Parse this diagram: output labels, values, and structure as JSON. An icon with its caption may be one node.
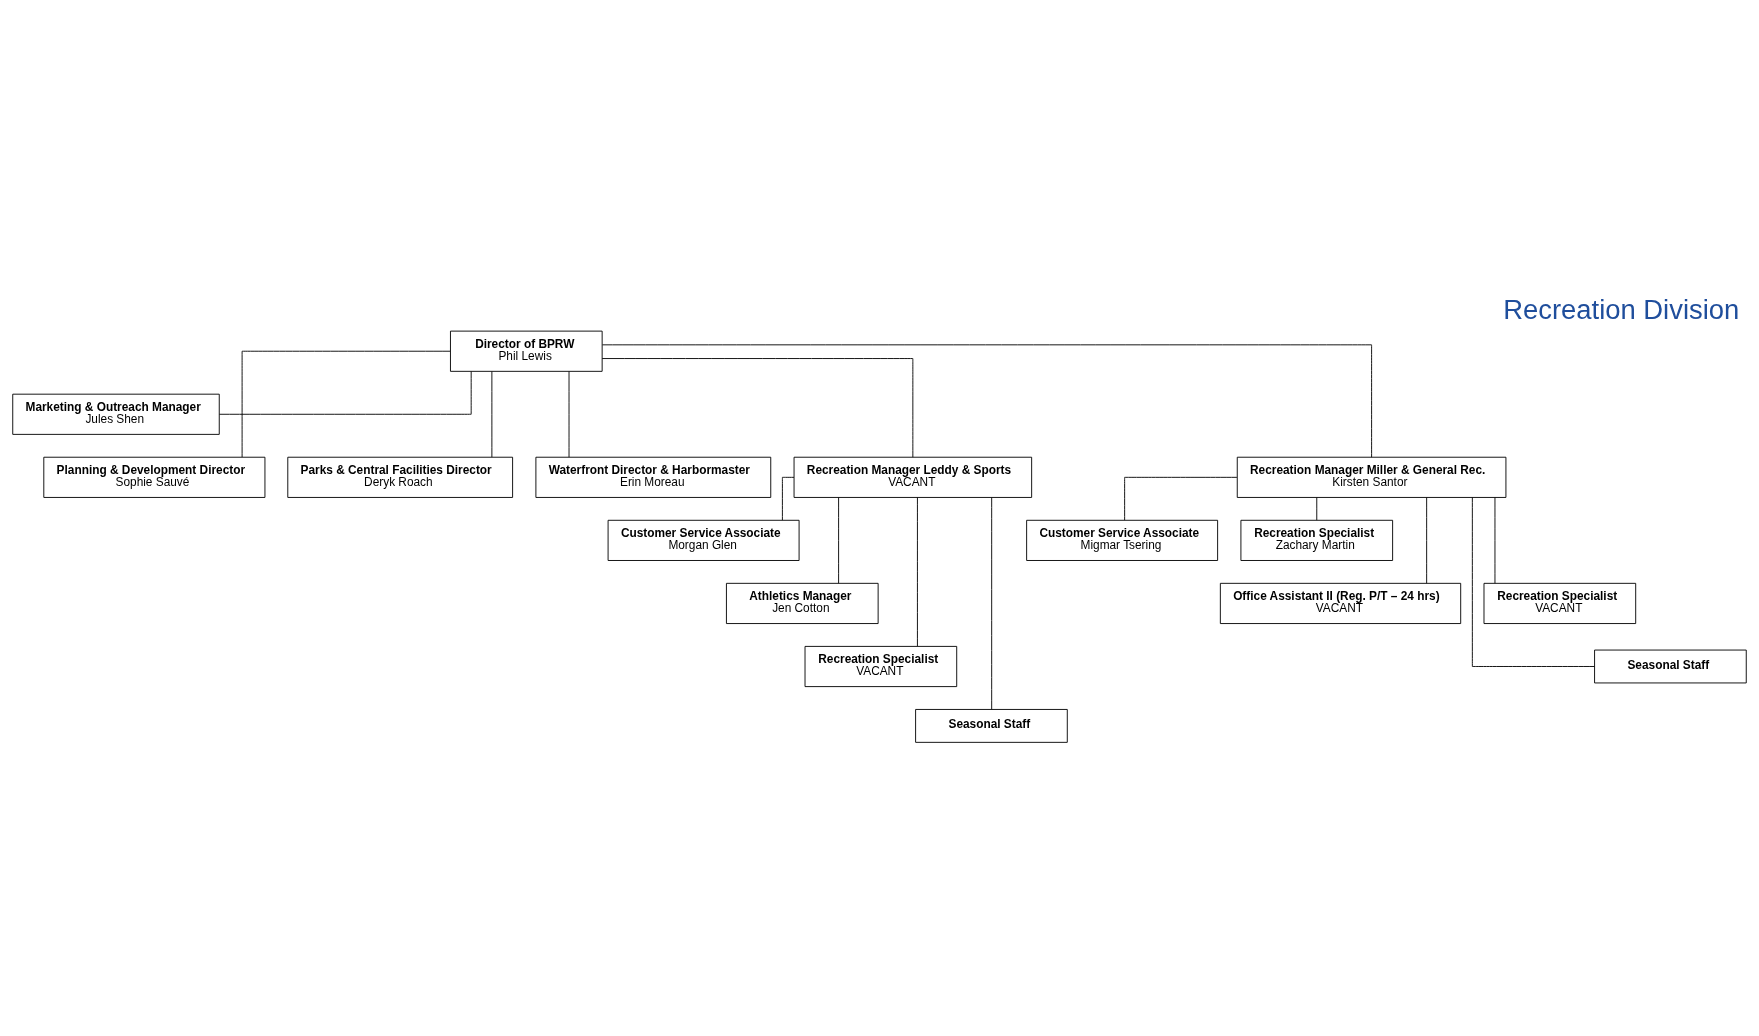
{
  "diagram": {
    "title": "Recreation Division",
    "nodes": [
      {
        "text": [
          "Director of BPRW",
          "Phil Lewis"
        ]
      },
      {
        "text": [
          "Marketing & Outreach Manager",
          "Jules Shen"
        ]
      },
      {
        "text": [
          "Planning & Development Director",
          "Sophie Sauvé"
        ]
      },
      {
        "text": [
          "Parks & Central Facilities Director",
          "Deryk Roach"
        ]
      },
      {
        "text": [
          "Waterfront Director & Harbormaster",
          "Erin Moreau"
        ]
      },
      {
        "text": [
          "Recreation Manager Leddy & Sports",
          "VACANT"
        ]
      },
      {
        "text": [
          "Recreation Manager Miller & General Rec.",
          "Kirsten Santor"
        ]
      },
      {
        "text": [
          "Customer Service Associate",
          "Morgan Glen"
        ]
      },
      {
        "text": [
          "Customer Service Associate",
          "Migmar Tsering"
        ]
      },
      {
        "text": [
          "Recreation Specialist",
          "Zachary Martin"
        ]
      },
      {
        "text": [
          "Athletics Manager",
          "Jen Cotton"
        ]
      },
      {
        "text": [
          "Office Assistant II (Reg. P/T – 24 hrs)",
          "VACANT"
        ]
      },
      {
        "text": [
          "Recreation Specialist",
          "VACANT"
        ]
      },
      {
        "text": [
          "Recreation Specialist",
          "VACANT"
        ]
      },
      {
        "text": [
          "Seasonal Staff"
        ]
      },
      {
        "text": [
          "Seasonal Staff"
        ]
      }
    ],
    "edges": [
      {
        "from": 0,
        "to": 1,
        "arrow": "none"
      },
      {
        "from": 0,
        "to": 2,
        "arrow": "none"
      },
      {
        "from": 0,
        "to": 3,
        "arrow": "none"
      },
      {
        "from": 0,
        "to": 4,
        "arrow": "none"
      },
      {
        "from": 0,
        "to": 5,
        "arrow": "none"
      },
      {
        "from": 0,
        "to": 6,
        "arrow": "none"
      },
      {
        "from": 5,
        "to": 7,
        "arrow": "none"
      },
      {
        "from": 5,
        "to": 10,
        "arrow": "none"
      },
      {
        "from": 5,
        "to": 13,
        "arrow": "none"
      },
      {
        "from": 5,
        "to": 15,
        "arrow": "none"
      },
      {
        "from": 6,
        "to": 8,
        "arrow": "none"
      },
      {
        "from": 6,
        "to": 9,
        "arrow": "none"
      },
      {
        "from": 6,
        "to": 11,
        "arrow": "none"
      },
      {
        "from": 6,
        "to": 12,
        "arrow": "none"
      },
      {
        "from": 6,
        "to": 14,
        "arrow": "none"
      }
    ]
  }
}
